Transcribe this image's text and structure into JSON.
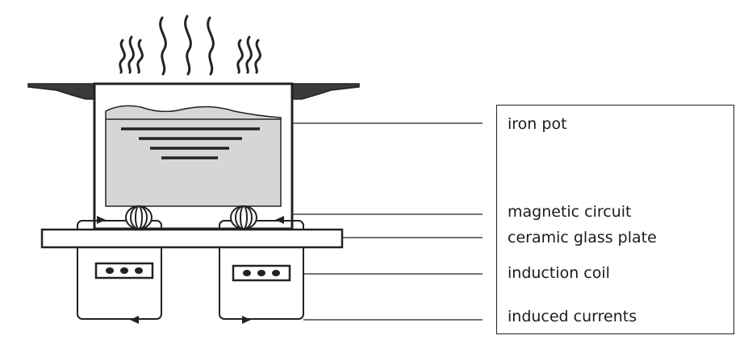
{
  "labels": {
    "iron_pot": "iron pot",
    "magnetic_circuit": "magnetic circuit",
    "ceramic_glass_plate": "ceramic glass plate",
    "induction_coil": "induction coil",
    "induced_currents": "induced currents"
  },
  "colors": {
    "line": "#222222",
    "liquid": "#d6d6d6",
    "hob": "#3a3a3a"
  }
}
